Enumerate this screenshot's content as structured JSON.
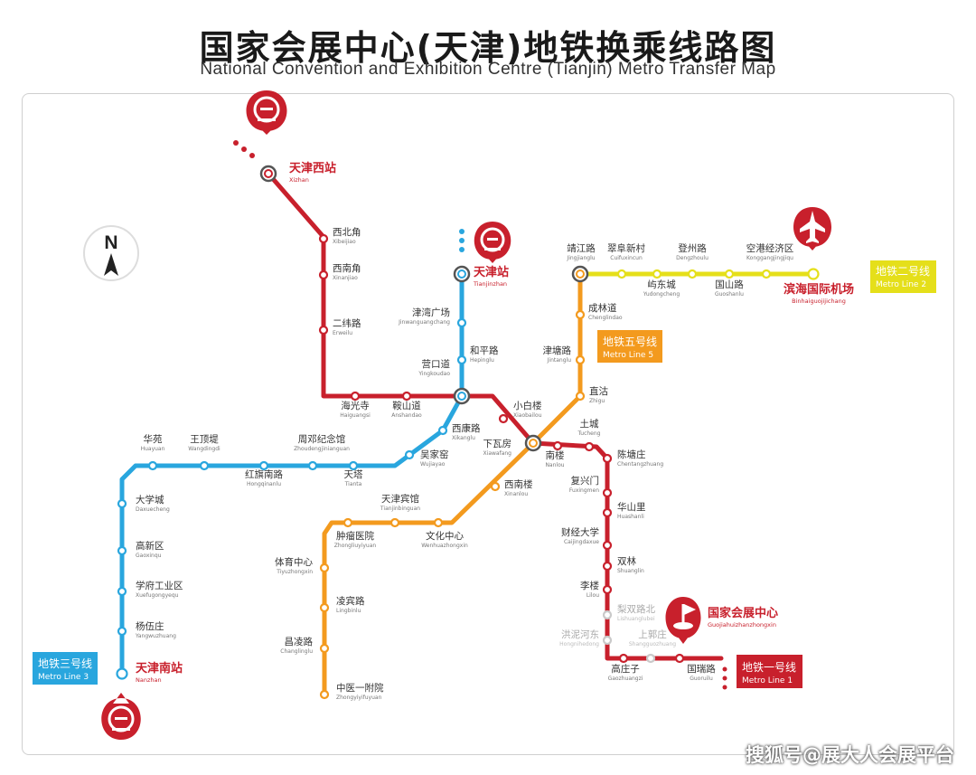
{
  "header": {
    "title_cn": "国家会展中心(天津)地铁换乘线路图",
    "title_en": "National Convention and Exhibition Centre (Tianjin) Metro Transfer Map"
  },
  "compass": {
    "label": "N"
  },
  "colors": {
    "line1": "#c8202c",
    "line2": "#e5df1a",
    "line3": "#29a6de",
    "line5": "#f39a1e",
    "station_fill": "#ffffff",
    "inactive": "#c9c9c9"
  },
  "icons": {
    "rail": "railway-station-icon",
    "plane": "airplane-icon",
    "flag": "exhibition-flag-icon"
  },
  "line_labels": {
    "line2": {
      "cn": "地铁二号线",
      "en": "Metro Line 2"
    },
    "line5": {
      "cn": "地铁五号线",
      "en": "Metro Line 5"
    },
    "line3": {
      "cn": "地铁三号线",
      "en": "Metro Line 3"
    },
    "line1": {
      "cn": "地铁一号线",
      "en": "Metro Line 1"
    }
  },
  "stations": [
    {
      "cn": "天津西站",
      "en": "Xizhan",
      "kind": "major"
    },
    {
      "cn": "西北角",
      "en": "Xibeijiao"
    },
    {
      "cn": "西南角",
      "en": "Xinanjiao"
    },
    {
      "cn": "二纬路",
      "en": "Erweilu"
    },
    {
      "cn": "海光寺",
      "en": "Haiguangsi"
    },
    {
      "cn": "鞍山道",
      "en": "Anshandao"
    },
    {
      "cn": "营口道",
      "en": "Yingkoudao"
    },
    {
      "cn": "天津站",
      "en": "Tianjinzhan",
      "kind": "major"
    },
    {
      "cn": "津湾广场",
      "en": "Jinwanguangchang"
    },
    {
      "cn": "和平路",
      "en": "Hepinglu"
    },
    {
      "cn": "小白楼",
      "en": "Xiaobailou"
    },
    {
      "cn": "下瓦房",
      "en": "Xiawafang"
    },
    {
      "cn": "西康路",
      "en": "Xikanglu"
    },
    {
      "cn": "吴家窑",
      "en": "Wujiayao"
    },
    {
      "cn": "天塔",
      "en": "Tianta"
    },
    {
      "cn": "周邓纪念馆",
      "en": "Zhoudengjinianguan"
    },
    {
      "cn": "红旗南路",
      "en": "Hongqinanlu"
    },
    {
      "cn": "王顶堤",
      "en": "Wangdingdi"
    },
    {
      "cn": "华苑",
      "en": "Huayuan"
    },
    {
      "cn": "大学城",
      "en": "Daxuecheng"
    },
    {
      "cn": "高新区",
      "en": "Gaoxinqu"
    },
    {
      "cn": "学府工业区",
      "en": "Xuefugongyequ"
    },
    {
      "cn": "杨伍庄",
      "en": "Yangwuzhuang"
    },
    {
      "cn": "天津南站",
      "en": "Nanzhan",
      "kind": "major"
    },
    {
      "cn": "靖江路",
      "en": "Jingjianglu"
    },
    {
      "cn": "翠阜新村",
      "en": "Cuifuxincun"
    },
    {
      "cn": "屿东城",
      "en": "Yudongcheng"
    },
    {
      "cn": "登州路",
      "en": "Dengzhoulu"
    },
    {
      "cn": "国山路",
      "en": "Guoshanlu"
    },
    {
      "cn": "空港经济区",
      "en": "Konggangjingjiqu"
    },
    {
      "cn": "滨海国际机场",
      "en": "Binhaiguojijichang",
      "kind": "major"
    },
    {
      "cn": "成林道",
      "en": "Chenglindao"
    },
    {
      "cn": "津塘路",
      "en": "Jintanglu"
    },
    {
      "cn": "直沽",
      "en": "Zhigu"
    },
    {
      "cn": "西南楼",
      "en": "Xinanlou"
    },
    {
      "cn": "文化中心",
      "en": "Wenhuazhongxin"
    },
    {
      "cn": "天津宾馆",
      "en": "Tianjinbinguan"
    },
    {
      "cn": "肿瘤医院",
      "en": "Zhongliuyiyuan"
    },
    {
      "cn": "体育中心",
      "en": "Tiyuzhongxin"
    },
    {
      "cn": "凌宾路",
      "en": "Lingbinlu"
    },
    {
      "cn": "昌凌路",
      "en": "Changlinglu"
    },
    {
      "cn": "中医一附院",
      "en": "Zhongyiyifuyuan"
    },
    {
      "cn": "南楼",
      "en": "Nanlou"
    },
    {
      "cn": "土城",
      "en": "Tucheng"
    },
    {
      "cn": "陈塘庄",
      "en": "Chentangzhuang"
    },
    {
      "cn": "复兴门",
      "en": "Fuxingmen"
    },
    {
      "cn": "华山里",
      "en": "Huashanli"
    },
    {
      "cn": "财经大学",
      "en": "Caijingdaxue"
    },
    {
      "cn": "双林",
      "en": "Shuanglin"
    },
    {
      "cn": "李楼",
      "en": "Lilou"
    },
    {
      "cn": "梨双路北",
      "en": "Lishuanglubei",
      "kind": "inactive"
    },
    {
      "cn": "洪泥河东",
      "en": "Hongnihedong",
      "kind": "inactive"
    },
    {
      "cn": "上郭庄",
      "en": "Shangguozhuang",
      "kind": "inactive"
    },
    {
      "cn": "高庄子",
      "en": "Gaozhuangzi"
    },
    {
      "cn": "国瑞路",
      "en": "Guoruilu"
    },
    {
      "cn": "国家会展中心",
      "en": "Guojiahuizhanzhongxin",
      "kind": "venue"
    }
  ],
  "watermark": "搜狐号@展大人会展平台"
}
